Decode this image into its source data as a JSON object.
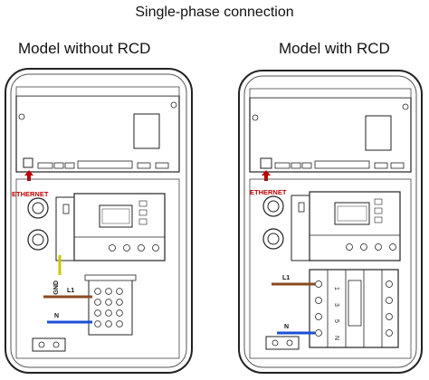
{
  "title": "Single-phase connection",
  "models": [
    {
      "label": "Model without RCD",
      "ethernet_label": "ETHERNET",
      "gnd_label": "GND",
      "l1_label": "L1",
      "n_label": "N"
    },
    {
      "label": "Model with RCD",
      "ethernet_label": "ETHERNET",
      "l1_label": "L1",
      "n_label": "N",
      "rcd_terminals": [
        "1",
        "3",
        "5",
        "N"
      ]
    }
  ],
  "colors": {
    "ethernet_arrow": "#c00000",
    "wire_l1": "#8b4a1f",
    "wire_n": "#1b4fd6",
    "wire_gnd": "#c9c900",
    "outline": "#222222"
  }
}
